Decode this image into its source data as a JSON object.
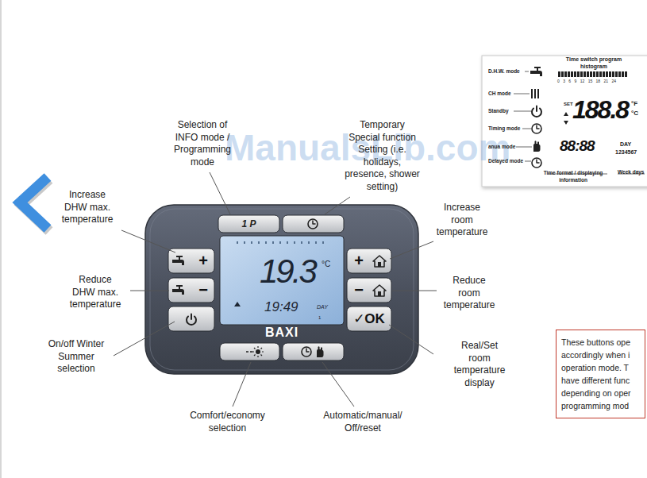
{
  "diagram": {
    "nodes": [
      {
        "text": [
          "D.H.W. mode",
          "Time switch program histogram",
          "0 3 6 9 12 15 18 21 24",
          "CH mode",
          "SET",
          "188.8",
          "°F",
          "°C",
          "Standby",
          "Timing mode",
          "anua mode",
          "88:88",
          "DAY",
          "1234567",
          "Delayed mode",
          "Time format / displaying information",
          "Week days"
        ]
      },
      {
        "text": [
          "1 P"
        ]
      },
      {
        "text": [
          "+"
        ]
      },
      {
        "text": [
          "19.3",
          "°C",
          "19:49",
          "DAY",
          "1",
          "BAXI"
        ]
      },
      {
        "text": [
          "+"
        ]
      },
      {
        "text": [
          "−"
        ]
      },
      {
        "text": [
          "−"
        ]
      },
      {
        "text": [
          "✓OK"
        ]
      },
      {
        "text": [
          "These buttons ope accordingly when i operation mode. T have different func depending on oper programming mod"
        ]
      }
    ],
    "labels": [
      "Selection of INFO mode / Programming mode",
      "Temporary Special function Setting (i.e. holidays, presence, shower setting)",
      "ManualsLib.com",
      "Increase DHW max. temperature",
      "Increase room temperature",
      "Reduce DHW max. temperature",
      "Reduce room temperature",
      "On/off Winter Summer selection",
      "Real/Set room temperature display",
      "Comfort/economy selection",
      "Automatic/manual/ Off/reset"
    ]
  }
}
